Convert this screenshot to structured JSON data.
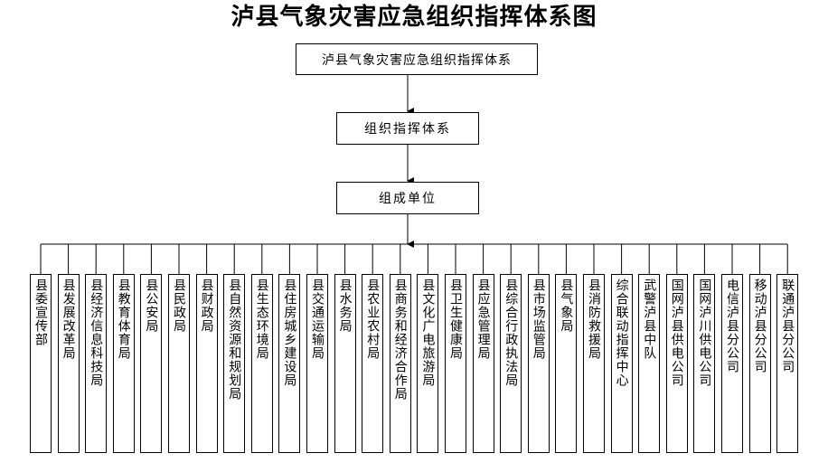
{
  "title": "泸县气象灾害应急组织指挥体系图",
  "root_label": "泸县气象灾害应急组织指挥体系",
  "command_label": "组织指挥体系",
  "units_label": "组成单位",
  "members": [
    "县委宣传部",
    "县发展改革局",
    "县经济信息科技局",
    "县教育体育局",
    "县公安局",
    "县民政局",
    "县财政局",
    "县自然资源和规划局",
    "县生态环境局",
    "县住房城乡建设局",
    "县交通运输局",
    "县水务局",
    "县农业农村局",
    "县商务和经济合作局",
    "县文化广电旅游局",
    "县卫生健康局",
    "县应急管理局",
    "县综合行政执法局",
    "县市场监管局",
    "县气象局",
    "县消防救援局",
    "综合联动指挥中心",
    "武警泸县中队",
    "国网泸县供电公司",
    "国网泸川供电公司",
    "电信泸县分公司",
    "移动泸县分公司",
    "联通泸县分公司"
  ]
}
